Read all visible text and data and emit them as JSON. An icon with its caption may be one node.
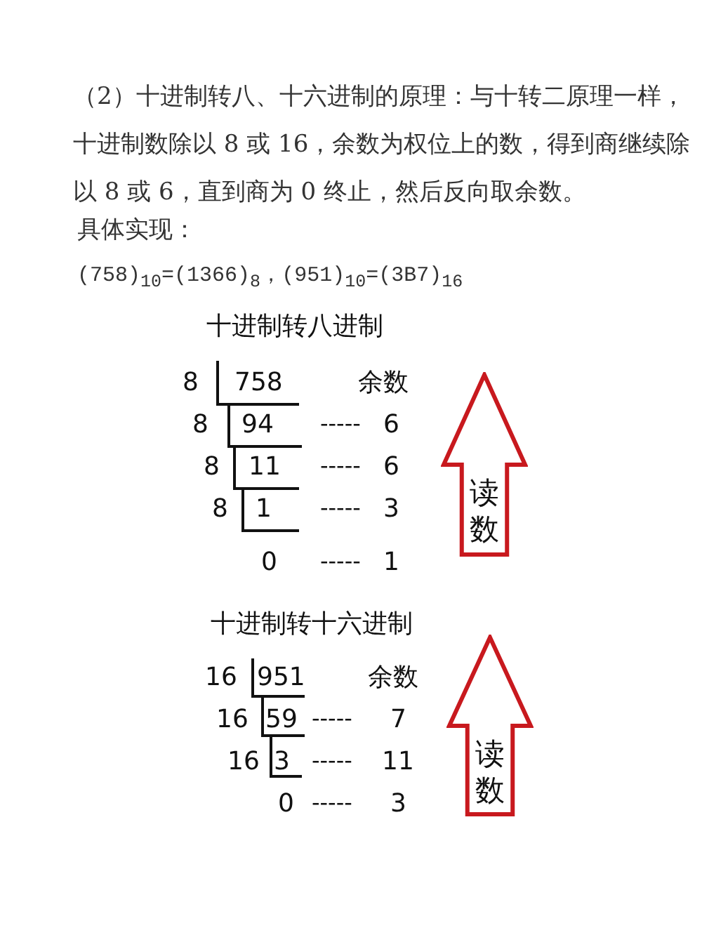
{
  "diagram": {
    "nodes": [
      {
        "text": [
          "读数"
        ]
      },
      {
        "text": [
          "读数"
        ]
      }
    ],
    "labels": [
      "（2）十进制转八、十六进制的原理：与十转二原理一样，十进制数除以 8 或 16，余数为权位上的数，得到商继续除以 8 或 6，直到商为 0 终止，然后反向取余数。",
      "具体实现：",
      "(758)$_{10}$=(1366)$_{8}$，(951)$_{10}$=(3B7)$_{16}$",
      "十进制转八进制",
      "8",
      "758",
      "余数",
      "8",
      "94",
      "-----",
      "6",
      "8",
      "11",
      "-----",
      "6",
      "8",
      "1",
      "-----",
      "3",
      "0",
      "-----",
      "1",
      "十进制转十六进制",
      "16",
      "951",
      "余数",
      "16",
      "59",
      "-----",
      "7",
      "16",
      "3",
      "-----",
      "11",
      "0",
      "-----",
      "3"
    ]
  }
}
